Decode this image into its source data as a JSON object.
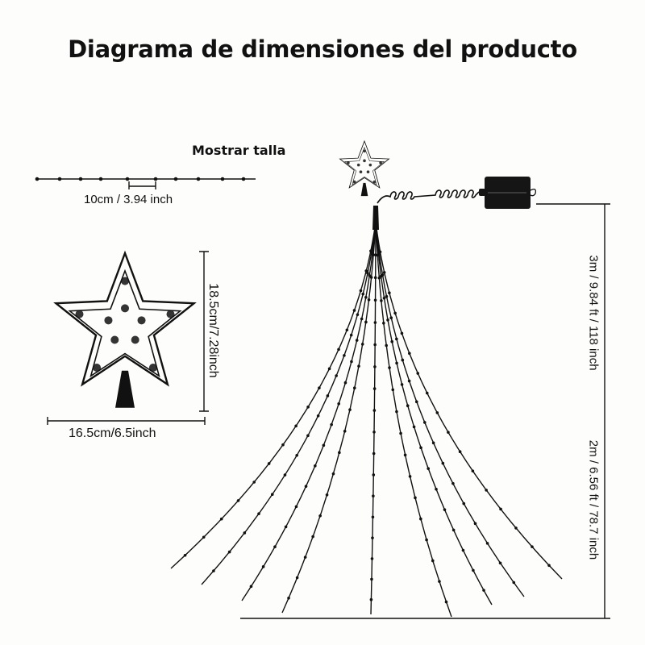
{
  "title": "Diagrama de dimensiones del producto",
  "subtitle": "Mostrar talla",
  "bulb_spacing_label": "10cm / 3.94 inch",
  "star_height_label": "18.5cm/7.28inch",
  "star_width_label": "16.5cm/6.5inch",
  "total_height_label": "3m / 9.84 ft / 118 inch",
  "strand_length_label": "2m / 6.56 ft / 78.7 inch",
  "colors": {
    "line": "#111111",
    "background": "#fdfdfb",
    "panel": "#151515"
  }
}
